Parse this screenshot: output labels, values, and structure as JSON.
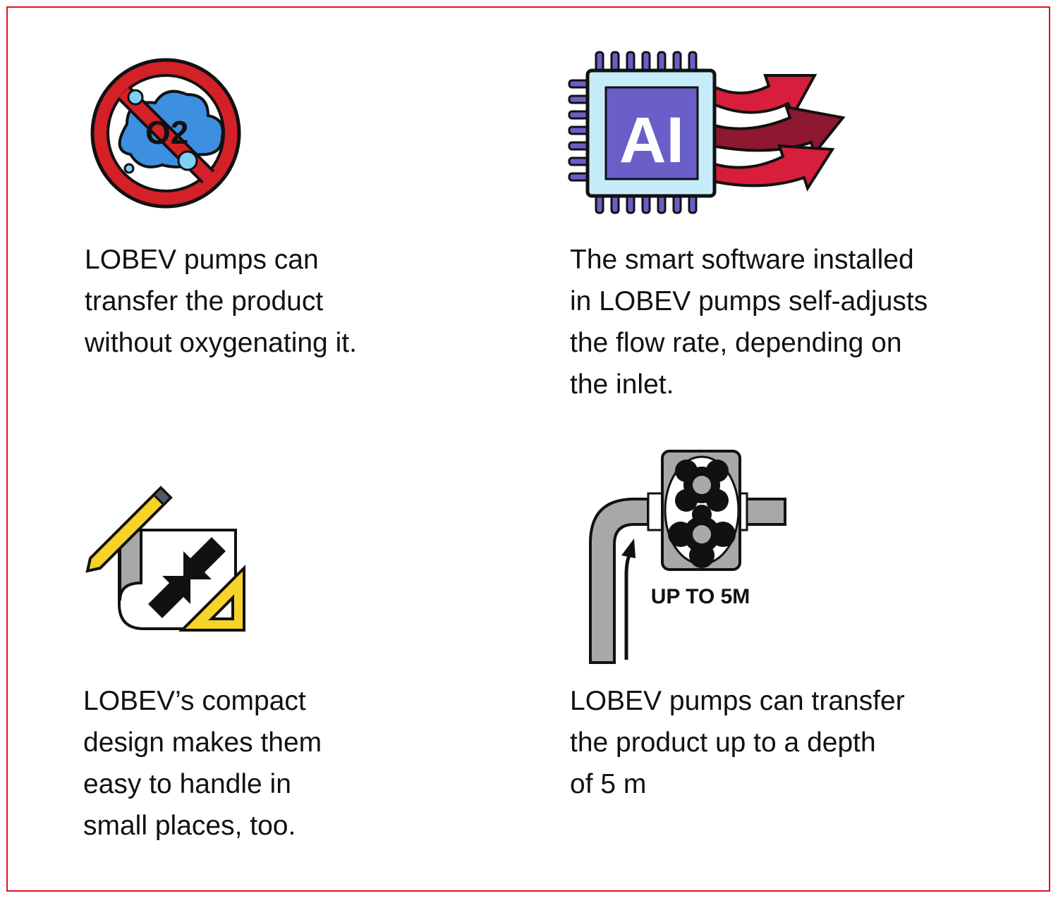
{
  "colors": {
    "border": "#e3141b",
    "prohibition_red": "#d42027",
    "o2_cloud": "#3d8fe0",
    "ai_chip": "#6a5fc8",
    "arrows": "#d81e3c",
    "pencil": "#f5d328",
    "pipe_grey": "#a8a8a8"
  },
  "features": [
    {
      "icon": "no-oxygen-icon",
      "icon_text": "O2",
      "text": "LOBEV pumps can\ntransfer the product\nwithout oxygenating it."
    },
    {
      "icon": "ai-chip-icon",
      "icon_text": "AI",
      "text": "The smart software installed\nin LOBEV pumps self-adjusts\nthe flow rate, depending on\nthe inlet."
    },
    {
      "icon": "compact-design-icon",
      "text": "LOBEV’s compact\ndesign makes them\neasy to handle in\nsmall places, too."
    },
    {
      "icon": "lobe-pump-depth-icon",
      "icon_text": "UP TO 5M",
      "text": "LOBEV pumps can transfer\nthe product up to a depth\nof 5 m"
    }
  ]
}
